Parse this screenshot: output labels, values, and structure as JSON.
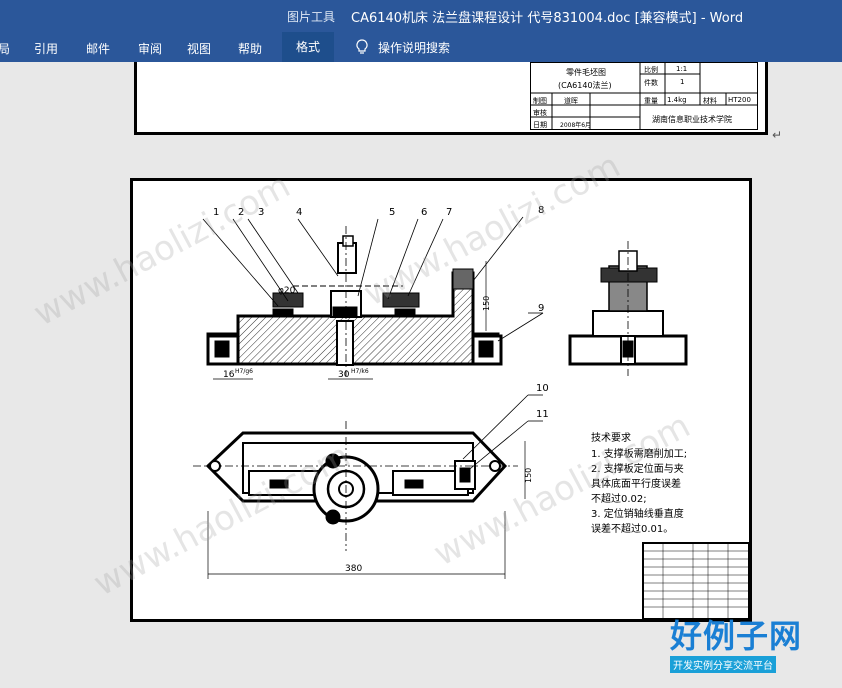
{
  "titlebar": {
    "context_tab": "图片工具",
    "document_title": "CA6140机床 法兰盘课程设计 代号831004.doc [兼容模式]  -  Word"
  },
  "ribbon": {
    "tabs": [
      "局",
      "引用",
      "邮件",
      "审阅",
      "视图",
      "帮助"
    ],
    "active_tab": "格式",
    "search_label": "操作说明搜索"
  },
  "title_block_top": {
    "part_name": "零件毛坯图",
    "model": "(CA6140法兰)",
    "scale_label": "比例",
    "scale_value": "1:1",
    "qty_label": "件数",
    "qty_value": "1",
    "draw_label": "制图",
    "draw_name": "道晖",
    "weight_label": "重量",
    "weight_value": "1.4kg",
    "material_label": "材料",
    "material_value": "HT200",
    "check_label": "审核",
    "date_label": "日期",
    "date_value": "2008年6月",
    "school": "湖南信息职业技术学院"
  },
  "paragraph_mark": "↵",
  "drawing": {
    "callouts": [
      "1",
      "2",
      "3",
      "4",
      "5",
      "6",
      "7",
      "8",
      "9",
      "10",
      "11"
    ],
    "dims": {
      "left_dim": "16",
      "left_tol": "H7/g6",
      "center_dim": "30",
      "center_tol": "H7/k6",
      "phi_dim": "φ20",
      "height_dim": "150",
      "right_dim": "150",
      "length_dim": "380"
    },
    "tech_req_title": "技术要求",
    "tech_req_lines": [
      "1. 支撑板需磨削加工;",
      "2. 支撑板定位面与夹",
      "具体底面平行度误差",
      "不超过0.02;",
      "3. 定位销轴线垂直度",
      "误差不超过0.01。"
    ]
  },
  "watermark": "www.haolizi.com",
  "logo": {
    "main": "好例子网",
    "sub": "开发实例分享交流平台"
  }
}
